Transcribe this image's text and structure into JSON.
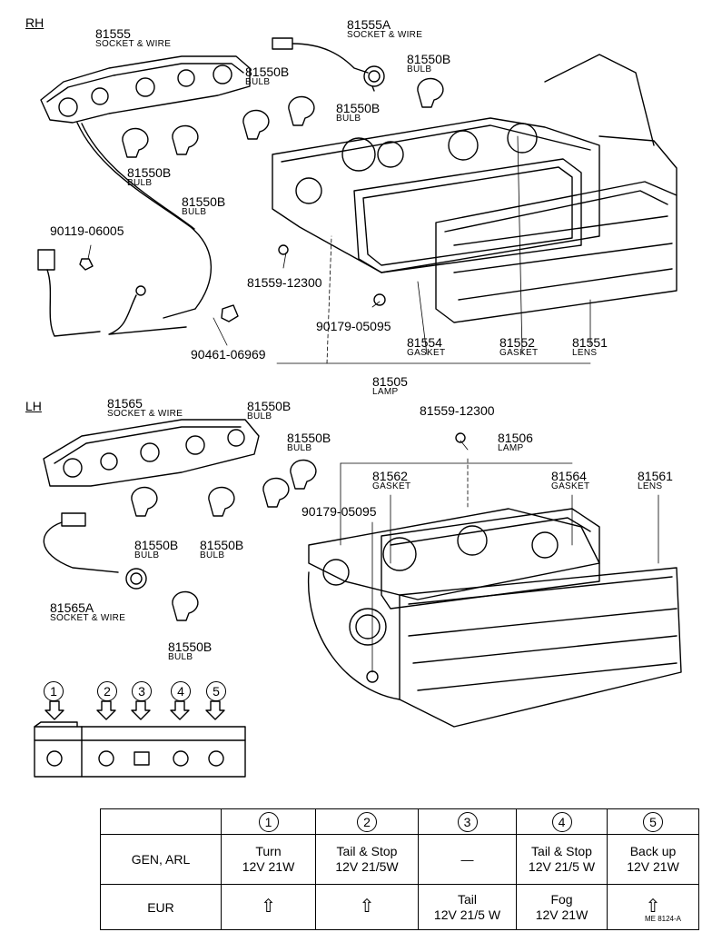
{
  "rh": {
    "side_label": "RH",
    "parts": {
      "p81555": {
        "num": "81555",
        "desc": "SOCKET & WIRE"
      },
      "p81555a": {
        "num": "81555A",
        "desc": "SOCKET & WIRE"
      },
      "p81550b_1": {
        "num": "81550B",
        "desc": "BULB"
      },
      "p81550b_2": {
        "num": "81550B",
        "desc": "BULB"
      },
      "p81550b_3": {
        "num": "81550B",
        "desc": "BULB"
      },
      "p81550b_4": {
        "num": "81550B",
        "desc": "BULB"
      },
      "p81550b_5": {
        "num": "81550B",
        "desc": "BULB"
      },
      "p90119": {
        "num": "90119-06005"
      },
      "p81559": {
        "num": "81559-12300"
      },
      "p90179": {
        "num": "90179-05095"
      },
      "p90461": {
        "num": "90461-06969"
      },
      "p81554": {
        "num": "81554",
        "desc": "GASKET"
      },
      "p81552": {
        "num": "81552",
        "desc": "GASKET"
      },
      "p81551": {
        "num": "81551",
        "desc": "LENS"
      },
      "p81505": {
        "num": "81505",
        "desc": "LAMP"
      }
    }
  },
  "lh": {
    "side_label": "LH",
    "parts": {
      "p81565": {
        "num": "81565",
        "desc": "SOCKET & WIRE"
      },
      "p81550b_1": {
        "num": "81550B",
        "desc": "BULB"
      },
      "p81550b_2": {
        "num": "81550B",
        "desc": "BULB"
      },
      "p81550b_3": {
        "num": "81550B",
        "desc": "BULB"
      },
      "p81550b_4": {
        "num": "81550B",
        "desc": "BULB"
      },
      "p81550b_5": {
        "num": "81550B",
        "desc": "BULB"
      },
      "p81559": {
        "num": "81559-12300"
      },
      "p81506": {
        "num": "81506",
        "desc": "LAMP"
      },
      "p81562": {
        "num": "81562",
        "desc": "GASKET"
      },
      "p81564": {
        "num": "81564",
        "desc": "GASKET"
      },
      "p81561": {
        "num": "81561",
        "desc": "LENS"
      },
      "p90179": {
        "num": "90179-05095"
      },
      "p81565a": {
        "num": "81565A",
        "desc": "SOCKET & WIRE"
      }
    }
  },
  "positions": [
    "1",
    "2",
    "3",
    "4",
    "5"
  ],
  "table": {
    "headers": [
      "1",
      "2",
      "3",
      "4",
      "5"
    ],
    "rows": [
      {
        "label": "GEN, ARL",
        "cells": [
          [
            "Turn",
            "12V  21W"
          ],
          [
            "Tail & Stop",
            "12V  21/5W"
          ],
          [
            "—"
          ],
          [
            "Tail & Stop",
            "12V  21/5 W"
          ],
          [
            "Back up",
            "12V  21W"
          ]
        ]
      },
      {
        "label": "EUR",
        "cells": [
          [
            "⇧"
          ],
          [
            "⇧"
          ],
          [
            "Tail",
            "12V  21/5 W"
          ],
          [
            "Fog",
            "12V  21W"
          ],
          [
            "⇧"
          ]
        ]
      }
    ]
  },
  "footer_code": "ME 8124-A"
}
